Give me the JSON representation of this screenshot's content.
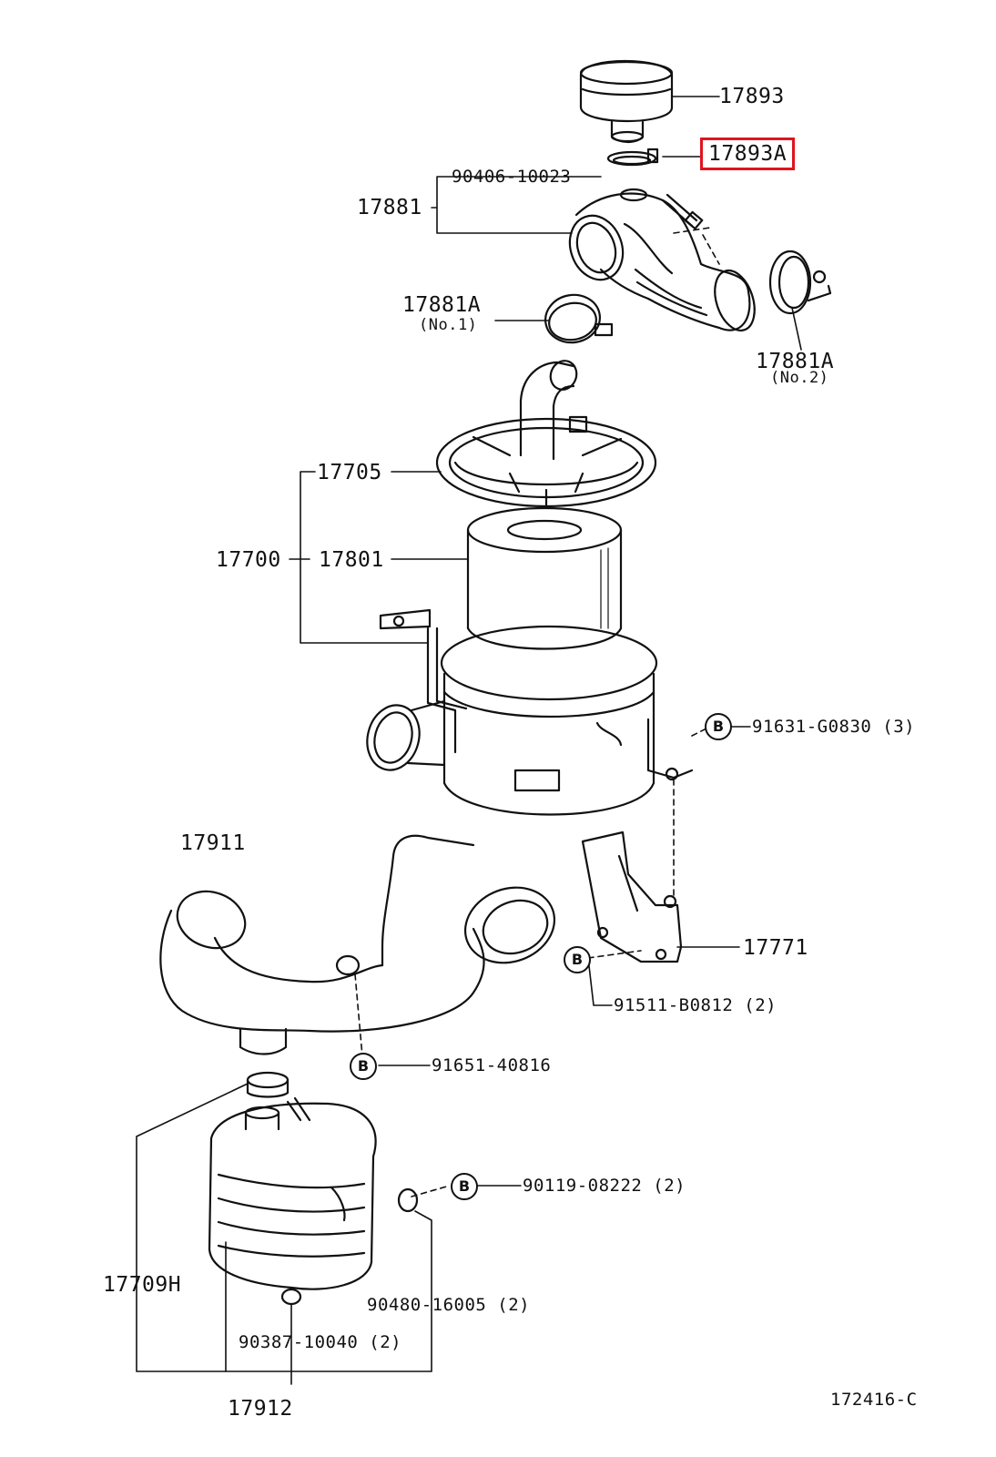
{
  "diagram_code": "172416-C",
  "badge_letter": "B",
  "highlight_color": "#e0141e",
  "labels": {
    "cap": "17893",
    "cap_clamp": "17893A",
    "hose_clip": "90406-10023",
    "hose": "17881",
    "hose_clamp_1": "17881A",
    "hose_clamp_1_note": "(No.1)",
    "hose_clamp_2": "17881A",
    "hose_clamp_2_note": "(No.2)",
    "cover": "17705",
    "assembly": "17700",
    "element": "17801",
    "bolt_1": "91631-G0830 (3)",
    "inlet": "17911",
    "stay": "17771",
    "bolt_2": "91511-B0812 (2)",
    "bolt_3": "91651-40816",
    "bolt_4": "90119-08222 (2)",
    "resonator": "17709H",
    "grommet": "90480-16005 (2)",
    "collar": "90387-10040 (2)",
    "resonator_sub": "17912"
  }
}
